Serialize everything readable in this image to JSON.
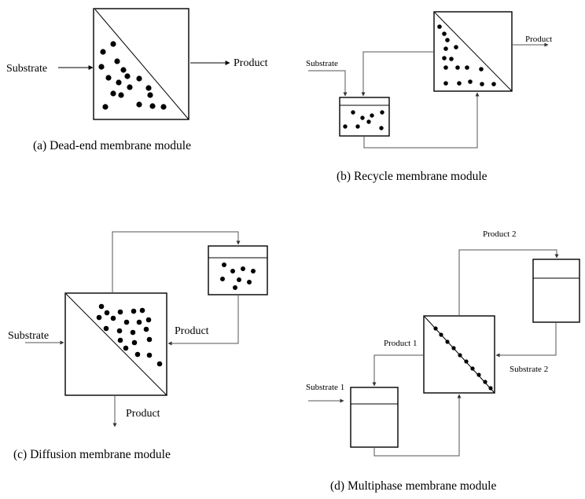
{
  "panel_a": {
    "caption": "(a) Dead-end membrane module",
    "substrate_label": "Substrate",
    "product_label": "Product"
  },
  "panel_b": {
    "caption": "(b) Recycle membrane module",
    "substrate_label": "Substrate",
    "product_label": "Product"
  },
  "panel_c": {
    "caption": "(c) Diffusion membrane module",
    "substrate_label": "Substrate",
    "product_label_right": "Product",
    "product_label_bottom": "Product"
  },
  "panel_d": {
    "caption": "(d) Multiphase membrane module",
    "substrate1_label": "Substrate 1",
    "substrate2_label": "Substrate 2",
    "product1_label": "Product 1",
    "product2_label": "Product 2"
  }
}
